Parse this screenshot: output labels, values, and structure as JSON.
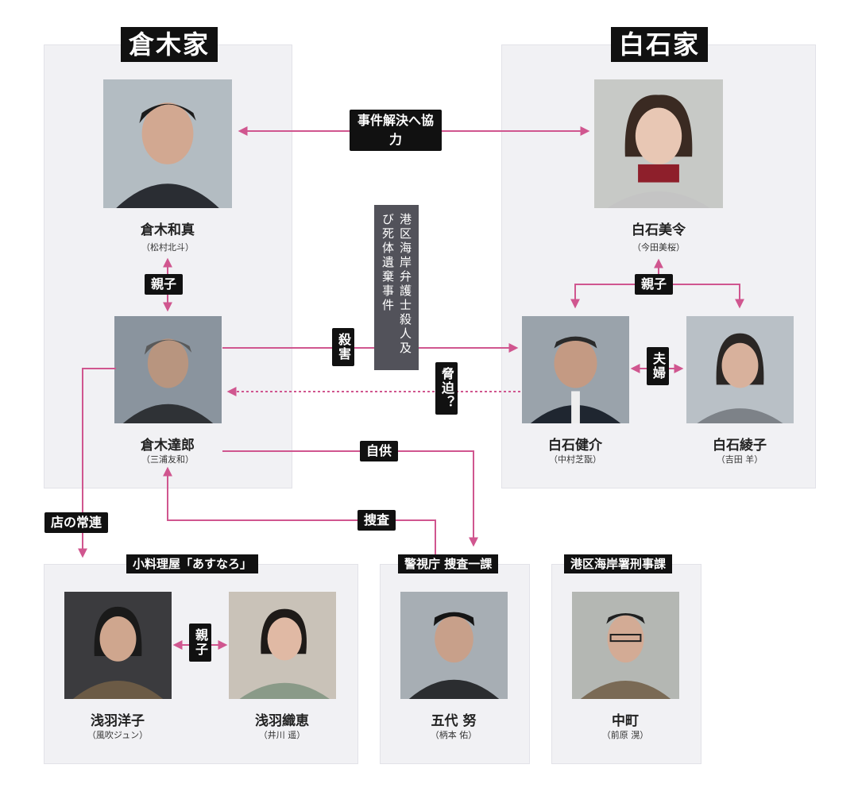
{
  "families": {
    "kuraki": "倉木家",
    "shiraishi": "白石家"
  },
  "groups": {
    "asunaro": "小料理屋「あすなろ」",
    "police": "警視庁 捜査一課",
    "precinct": "港区海岸署刑事課"
  },
  "relations": {
    "cooperate": "事件解決へ協力",
    "parent_child_1": "親子",
    "parent_child_2": "親子",
    "parent_child_3": "親子",
    "murder": "殺害",
    "spouses": "夫婦",
    "threat": "脅迫？",
    "confession": "自供",
    "investigation": "捜査",
    "regular": "店の常連"
  },
  "case_title": "港区海岸弁護士殺人及び死体遺棄事件",
  "people": {
    "kazuma": {
      "name": "倉木和真",
      "actor": "（松村北斗）"
    },
    "tatsuro": {
      "name": "倉木達郎",
      "actor": "（三浦友和）"
    },
    "mirei": {
      "name": "白石美令",
      "actor": "（今田美桜）"
    },
    "kensuke": {
      "name": "白石健介",
      "actor": "（中村芝翫）"
    },
    "ayako": {
      "name": "白石綾子",
      "actor": "（吉田 羊）"
    },
    "yoko": {
      "name": "浅羽洋子",
      "actor": "（風吹ジュン）"
    },
    "orie": {
      "name": "浅羽織恵",
      "actor": "（井川 遥）"
    },
    "godai": {
      "name": "五代 努",
      "actor": "（柄本 佑）"
    },
    "nakamachi": {
      "name": "中町",
      "actor": "（前原 滉）"
    }
  },
  "colors": {
    "arrow": "#d0568f",
    "panel": "#f1f1f4",
    "tag": "#111111",
    "case_box": "#52525a"
  }
}
